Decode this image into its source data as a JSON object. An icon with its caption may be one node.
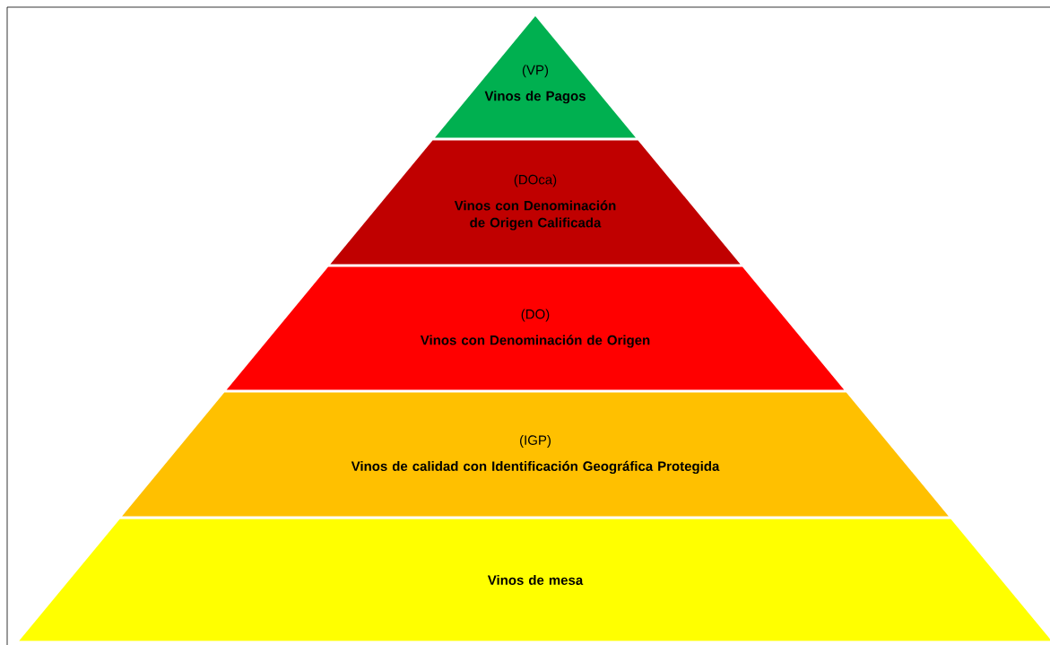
{
  "diagram": {
    "nodes": [
      {
        "text": [
          "(VP)",
          "Vinos de Pagos"
        ]
      },
      {
        "text": [
          "(DOca)",
          "Vinos con Denominación de Origen Calificada"
        ]
      },
      {
        "text": [
          "(DO)",
          "Vinos con Denominación de Origen"
        ]
      },
      {
        "text": [
          "(IGP)",
          "Vinos de calidad con Identificación Geográfica Protegida"
        ]
      },
      {
        "text": [
          "Vinos de mesa"
        ]
      }
    ]
  }
}
